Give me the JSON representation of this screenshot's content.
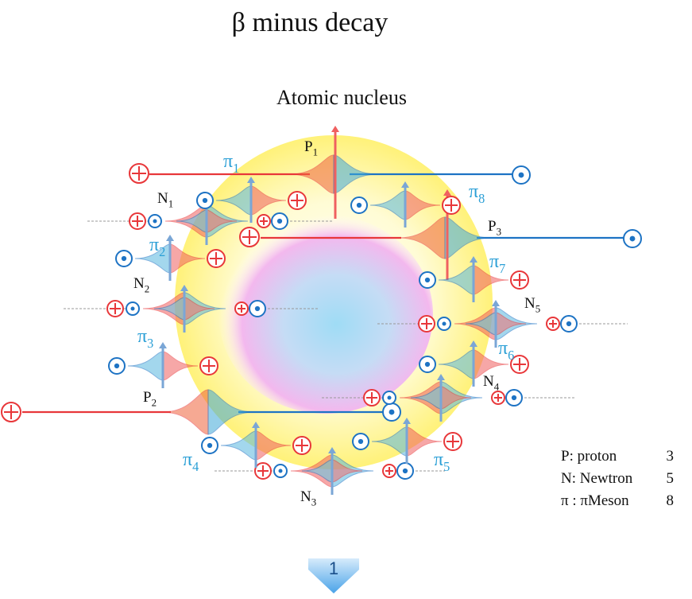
{
  "title": "β minus decay",
  "subtitle": "Atomic nucleus",
  "particles": {
    "protons": [
      {
        "label": "P",
        "sub": "1"
      },
      {
        "label": "P",
        "sub": "2"
      },
      {
        "label": "P",
        "sub": "3"
      }
    ],
    "neutrons": [
      {
        "label": "N",
        "sub": "1"
      },
      {
        "label": "N",
        "sub": "2"
      },
      {
        "label": "N",
        "sub": "3"
      },
      {
        "label": "N",
        "sub": "4"
      },
      {
        "label": "N",
        "sub": "5"
      }
    ],
    "mesons": [
      {
        "label": "π",
        "sub": "1"
      },
      {
        "label": "π",
        "sub": "2"
      },
      {
        "label": "π",
        "sub": "3"
      },
      {
        "label": "π",
        "sub": "4"
      },
      {
        "label": "π",
        "sub": "5"
      },
      {
        "label": "π",
        "sub": "6"
      },
      {
        "label": "π",
        "sub": "7"
      },
      {
        "label": "π",
        "sub": "8"
      }
    ]
  },
  "legend": [
    {
      "label": "P: proton",
      "count": "3"
    },
    {
      "label": "N: Newtron",
      "count": "5"
    },
    {
      "label": "π : πMeson",
      "count": "8"
    }
  ],
  "page_number": "1",
  "colors": {
    "proton": "#e8373a",
    "electron": "#1d73c4",
    "meson_label": "#2a9fd6",
    "nucleus_outer": "#fff37a",
    "nucleus_inner": "#9fd8f5"
  }
}
